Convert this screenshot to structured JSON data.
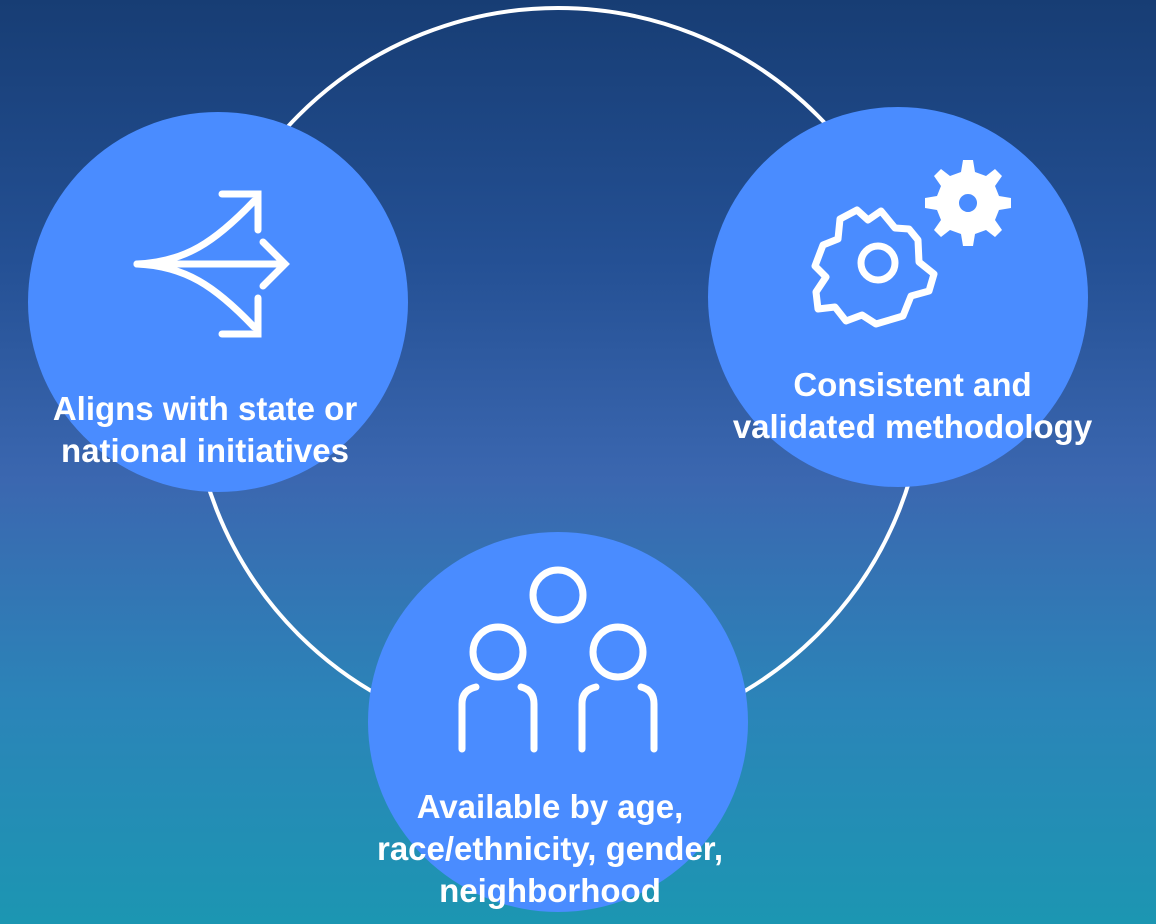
{
  "colors": {
    "background_top": "#173d74",
    "background_bottom": "#1c96b2",
    "node_fill": "#4a8cff",
    "ring_stroke": "#ffffff",
    "text": "#ffffff"
  },
  "nodes": {
    "aligns": {
      "icon": "split-arrows-icon",
      "lines": [
        "Aligns with state or",
        "national initiatives"
      ]
    },
    "consistent": {
      "icon": "gears-icon",
      "lines": [
        "Consistent and",
        "validated methodology"
      ]
    },
    "available": {
      "icon": "people-group-icon",
      "lines": [
        "Available by age,",
        "race/ethnicity, gender,",
        "neighborhood"
      ]
    }
  }
}
